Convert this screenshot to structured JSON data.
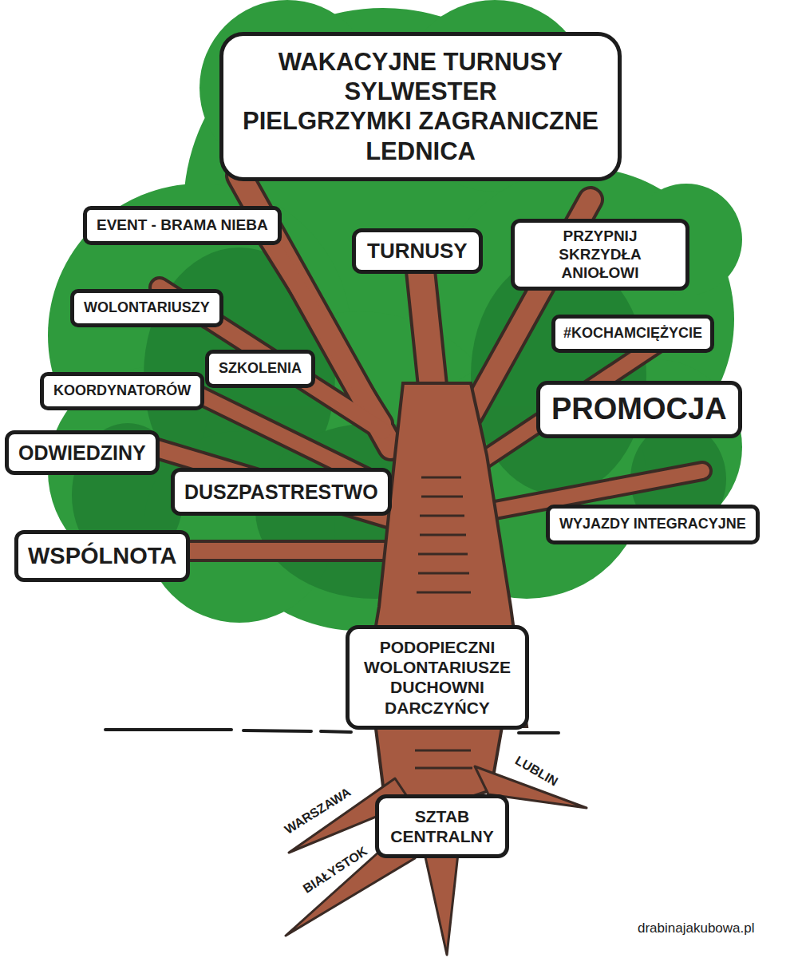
{
  "diagram": {
    "nodes": [
      {
        "text": [
          "WAKACYJNE TURNUSY",
          "SYLWESTER",
          "PIELGRZYMKI ZAGRANICZNE",
          "LEDNICA"
        ]
      },
      {
        "text": [
          "EVENT - BRAMA NIEBA"
        ]
      },
      {
        "text": [
          "TURNUSY"
        ]
      },
      {
        "text": [
          "PRZYPNIJ SKRZYDŁA ANIOŁOWI"
        ]
      },
      {
        "text": [
          "WOLONTARIUSZY"
        ]
      },
      {
        "text": [
          "#KOCHAMCIĘŻYCIE"
        ]
      },
      {
        "text": [
          "SZKOLENIA"
        ]
      },
      {
        "text": [
          "KOORDYNATORÓW"
        ]
      },
      {
        "text": [
          "PROMOCJA"
        ]
      },
      {
        "text": [
          "ODWIEDZINY"
        ]
      },
      {
        "text": [
          "DUSZPASTRESTWO"
        ]
      },
      {
        "text": [
          "WYJAZDY INTEGRACYJNE"
        ]
      },
      {
        "text": [
          "WSPÓLNOTA"
        ]
      },
      {
        "text": [
          "PODOPIECZNI",
          "WOLONTARIUSZE",
          "DUCHOWNI",
          "DARCZYŃCY"
        ]
      },
      {
        "text": [
          "SZTAB CENTRALNY"
        ]
      }
    ],
    "labels": [
      "WARSZAWA",
      "LUBLIN",
      "BIAŁYSTOK",
      "drabinajakubowa.pl"
    ]
  }
}
